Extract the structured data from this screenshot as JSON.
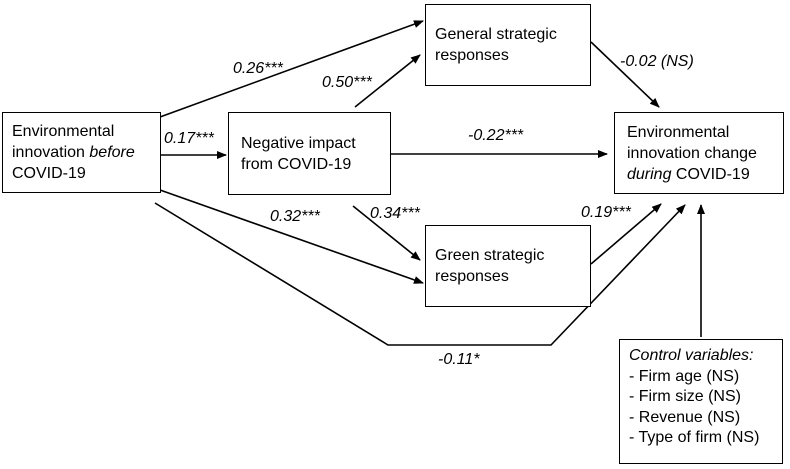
{
  "boxes": {
    "env_before": {
      "line1": "Environmental",
      "line2_pre": "innovation ",
      "line2_em": "before",
      "line3": "COVID-19"
    },
    "negative_impact": {
      "line1": "Negative impact",
      "line2": "from COVID-19"
    },
    "general_strategic": {
      "line1": "General strategic",
      "line2": "responses"
    },
    "green_strategic": {
      "line1": "Green strategic",
      "line2": "responses"
    },
    "env_change": {
      "line1": "Environmental",
      "line2": "innovation change",
      "line3_em": "during",
      "line3_post": " COVID-19"
    },
    "control": {
      "title": "Control variables:",
      "items": [
        "- Firm age (NS)",
        "- Firm size (NS)",
        "- Revenue (NS)",
        "- Type of firm (NS)"
      ]
    }
  },
  "coefficients": {
    "before_to_general": "0.26***",
    "before_to_impact": "0.17***",
    "impact_to_general": "0.50***",
    "impact_to_change": "-0.22***",
    "general_to_change": "-0.02 (NS)",
    "before_to_green": "0.32***",
    "impact_to_green": "0.34***",
    "green_to_change": "0.19***",
    "before_to_change": "-0.11*"
  }
}
